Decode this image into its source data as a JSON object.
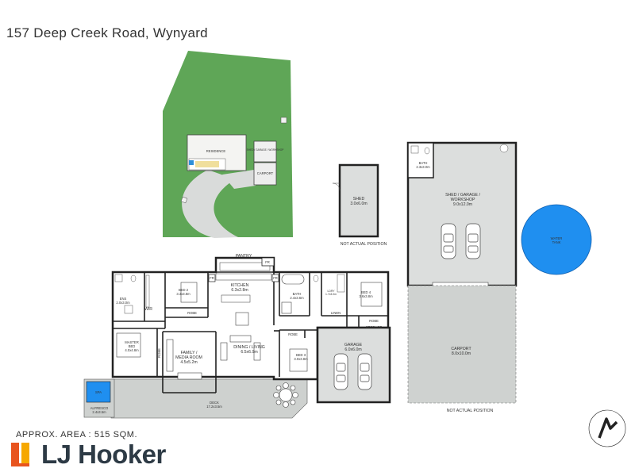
{
  "title": "157 Deep Creek Road, Wynyard",
  "approx_area": "APPROX. AREA : 515 SQM.",
  "brand": {
    "name": "LJ Hooker",
    "colors": [
      "#e8541e",
      "#f6a800",
      "#2d3a45"
    ]
  },
  "site": {
    "labels": {
      "residence": "RESIDENCE",
      "shed": "SHED / GARAGE / WORKSHOP",
      "carport": "CARPORT"
    },
    "land_color": "#5fa657"
  },
  "shed": {
    "label": "SHED",
    "size": "3.0x6.0m",
    "note": "NOT ACTUAL POSITION"
  },
  "workshop": {
    "bath_label": "BATH",
    "bath_size": "2.3x3.0m",
    "label": "SHED / GARAGE /",
    "label2": "WORKSHOP",
    "size": "9.0x12.0m",
    "carport_label": "CARPORT",
    "carport_size": "8.0x10.0m",
    "note": "NOT ACTUAL POSITION"
  },
  "water_tank": {
    "label": "WATER",
    "label2": "TANK",
    "color": "#1f8ff0"
  },
  "rooms": {
    "pantry": "PANTRY",
    "fr1": "FR",
    "fr2": "FR",
    "fr3": "FR",
    "kitchen": "KITCHEN",
    "kitchen_size": "6.3x2.8m",
    "ens": "ENS",
    "ens_size": "2.0x3.0m",
    "wir": "WIR",
    "bed2": "BED 2",
    "bed2_size": "3.3x3.8m",
    "robe1": "ROBE",
    "bath": "BATH",
    "bath_size": "2.4x3.6m",
    "ldry": "LDRY",
    "ldry_size": "1.7x3.0m",
    "bed4": "BED 4",
    "bed4_size": "3.6x3.8m",
    "linen": "LINEN",
    "robe2": "ROBE",
    "robe3": "ROBE",
    "robe4": "ROBE",
    "storage": "STORAGE",
    "master": "MASTER",
    "master2": "BED",
    "master_size": "4.0x4.8m",
    "family": "FAMILY /",
    "family2": "MEDIA ROOM",
    "family_size": "4.5x5.2m",
    "dining": "DINING / LIVING",
    "dining_size": "6.5x6.9m",
    "bed3": "BED 3",
    "bed3_size": "3.0x3.8m",
    "garage": "GARAGE",
    "garage_size": "6.0x6.0m",
    "spa": "SPA",
    "alfresco": "ALFRESCO",
    "alfresco_size": "2.4x3.5m",
    "deck": "DECK",
    "deck_size": "17.2x3.5m"
  }
}
